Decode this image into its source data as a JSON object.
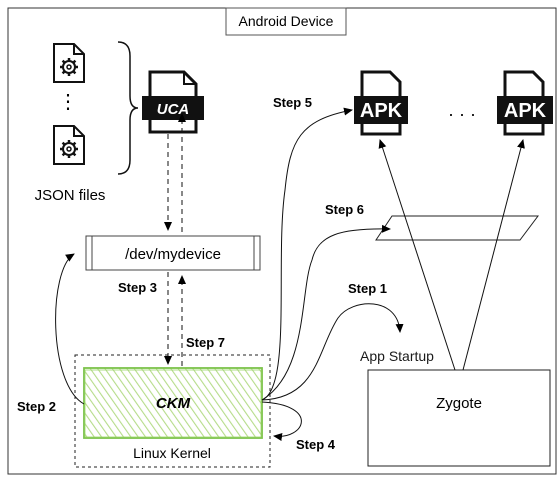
{
  "diagram": {
    "device_title": "Android Device",
    "json_files_label": "JSON files",
    "json_ellipsis": "⋮",
    "uca_label": "UCA",
    "apk_label": "APK",
    "apk_ellipsis": "· · ·",
    "dev_label": "/dev/mydevice",
    "ckm_label": "CKM",
    "kernel_label": "Linux Kernel",
    "zygote_label": "Zygote",
    "app_startup_label": "App Startup",
    "steps": {
      "step1": "Step 1",
      "step2": "Step 2",
      "step3": "Step 3",
      "step4": "Step 4",
      "step5": "Step 5",
      "step6": "Step 6",
      "step7": "Step 7"
    }
  }
}
